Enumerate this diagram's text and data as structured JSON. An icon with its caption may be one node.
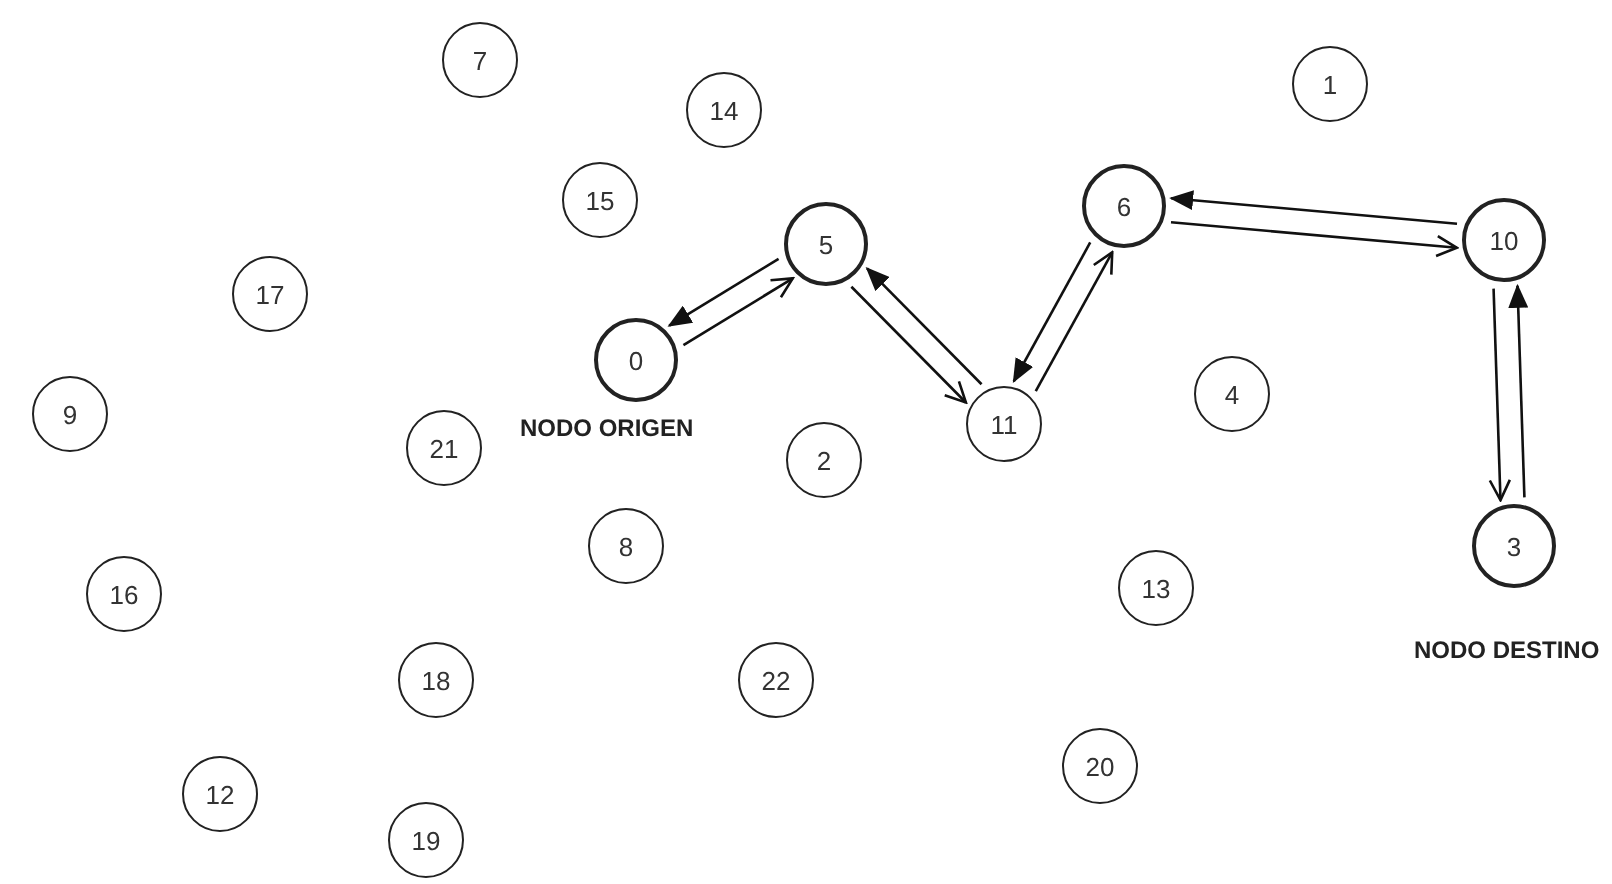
{
  "diagram": {
    "nodes": [
      {
        "text": [
          "7"
        ]
      },
      {
        "text": [
          "1"
        ]
      },
      {
        "text": [
          "14"
        ]
      },
      {
        "text": [
          "15"
        ]
      },
      {
        "text": [
          "6"
        ]
      },
      {
        "text": [
          "10"
        ]
      },
      {
        "text": [
          "5"
        ]
      },
      {
        "text": [
          "17"
        ]
      },
      {
        "text": [
          "0"
        ],
        "beside": [
          "NODO ORIGEN"
        ]
      },
      {
        "text": [
          "4"
        ]
      },
      {
        "text": [
          "9"
        ]
      },
      {
        "text": [
          "11"
        ]
      },
      {
        "text": [
          "21"
        ]
      },
      {
        "text": [
          "2"
        ]
      },
      {
        "text": [
          "8"
        ]
      },
      {
        "text": [
          "3"
        ],
        "beside": [
          "NODO DESTINO"
        ]
      },
      {
        "text": [
          "13"
        ]
      },
      {
        "text": [
          "16"
        ]
      },
      {
        "text": [
          "18"
        ]
      },
      {
        "text": [
          "22"
        ]
      },
      {
        "text": [
          "20"
        ]
      },
      {
        "text": [
          "12"
        ]
      },
      {
        "text": [
          "19"
        ]
      }
    ],
    "edges": [
      {
        "from": 8,
        "to": 6,
        "arrow": "to"
      },
      {
        "from": 6,
        "to": 8,
        "arrow": "to"
      },
      {
        "from": 6,
        "to": 11,
        "arrow": "to"
      },
      {
        "from": 11,
        "to": 6,
        "arrow": "to"
      },
      {
        "from": 11,
        "to": 4,
        "arrow": "to"
      },
      {
        "from": 4,
        "to": 11,
        "arrow": "to"
      },
      {
        "from": 4,
        "to": 5,
        "arrow": "to"
      },
      {
        "from": 5,
        "to": 4,
        "arrow": "to"
      },
      {
        "from": 5,
        "to": 15,
        "arrow": "to"
      },
      {
        "from": 15,
        "to": 5,
        "arrow": "to"
      }
    ]
  }
}
